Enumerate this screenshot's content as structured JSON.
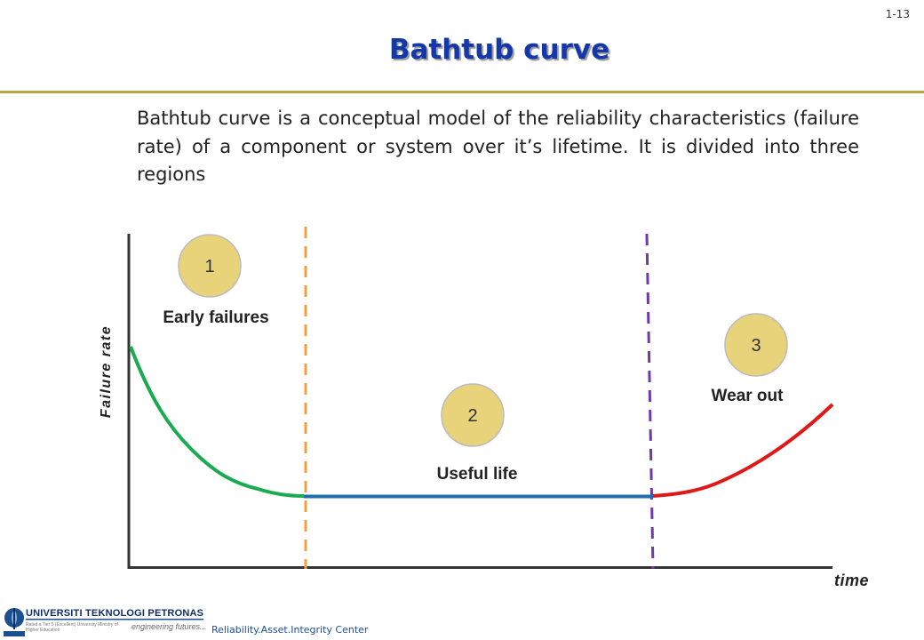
{
  "slide": {
    "number": "1-13",
    "title": "Bathtub curve",
    "description": "Bathtub curve is a conceptual model of the reliability characteristics (failure rate) of a component or system over it’s lifetime. It is divided into three regions"
  },
  "diagram": {
    "y_axis_label": "Failure rate",
    "x_axis_label": "time",
    "regions": [
      {
        "number": "1",
        "label": "Early failures",
        "curve_color": "#1aaa50",
        "curve_shape": "decreasing"
      },
      {
        "number": "2",
        "label": "Useful life",
        "curve_color": "#1f6fb0",
        "curve_shape": "constant"
      },
      {
        "number": "3",
        "label": "Wear out",
        "curve_color": "#e01818",
        "curve_shape": "increasing"
      }
    ],
    "boundaries": [
      {
        "between": "Early failures / Useful life",
        "color": "#f5a040",
        "style": "dashed"
      },
      {
        "between": "Useful life / Wear out",
        "color": "#7038a8",
        "style": "dashed"
      }
    ],
    "marker_fill": "#e8d27a"
  },
  "footer": {
    "organization": "UNIVERSITI TEKNOLOGI PETRONAS",
    "tagline": "engineering futures...",
    "fine_print": "Rated a Tier 5 (Excellent) University Ministry of Higher Education",
    "center": "Reliability.Asset.Integrity Center"
  },
  "colors": {
    "title": "#1538a8",
    "rule": "#b5a642",
    "footer_text": "#1f4e9e"
  }
}
